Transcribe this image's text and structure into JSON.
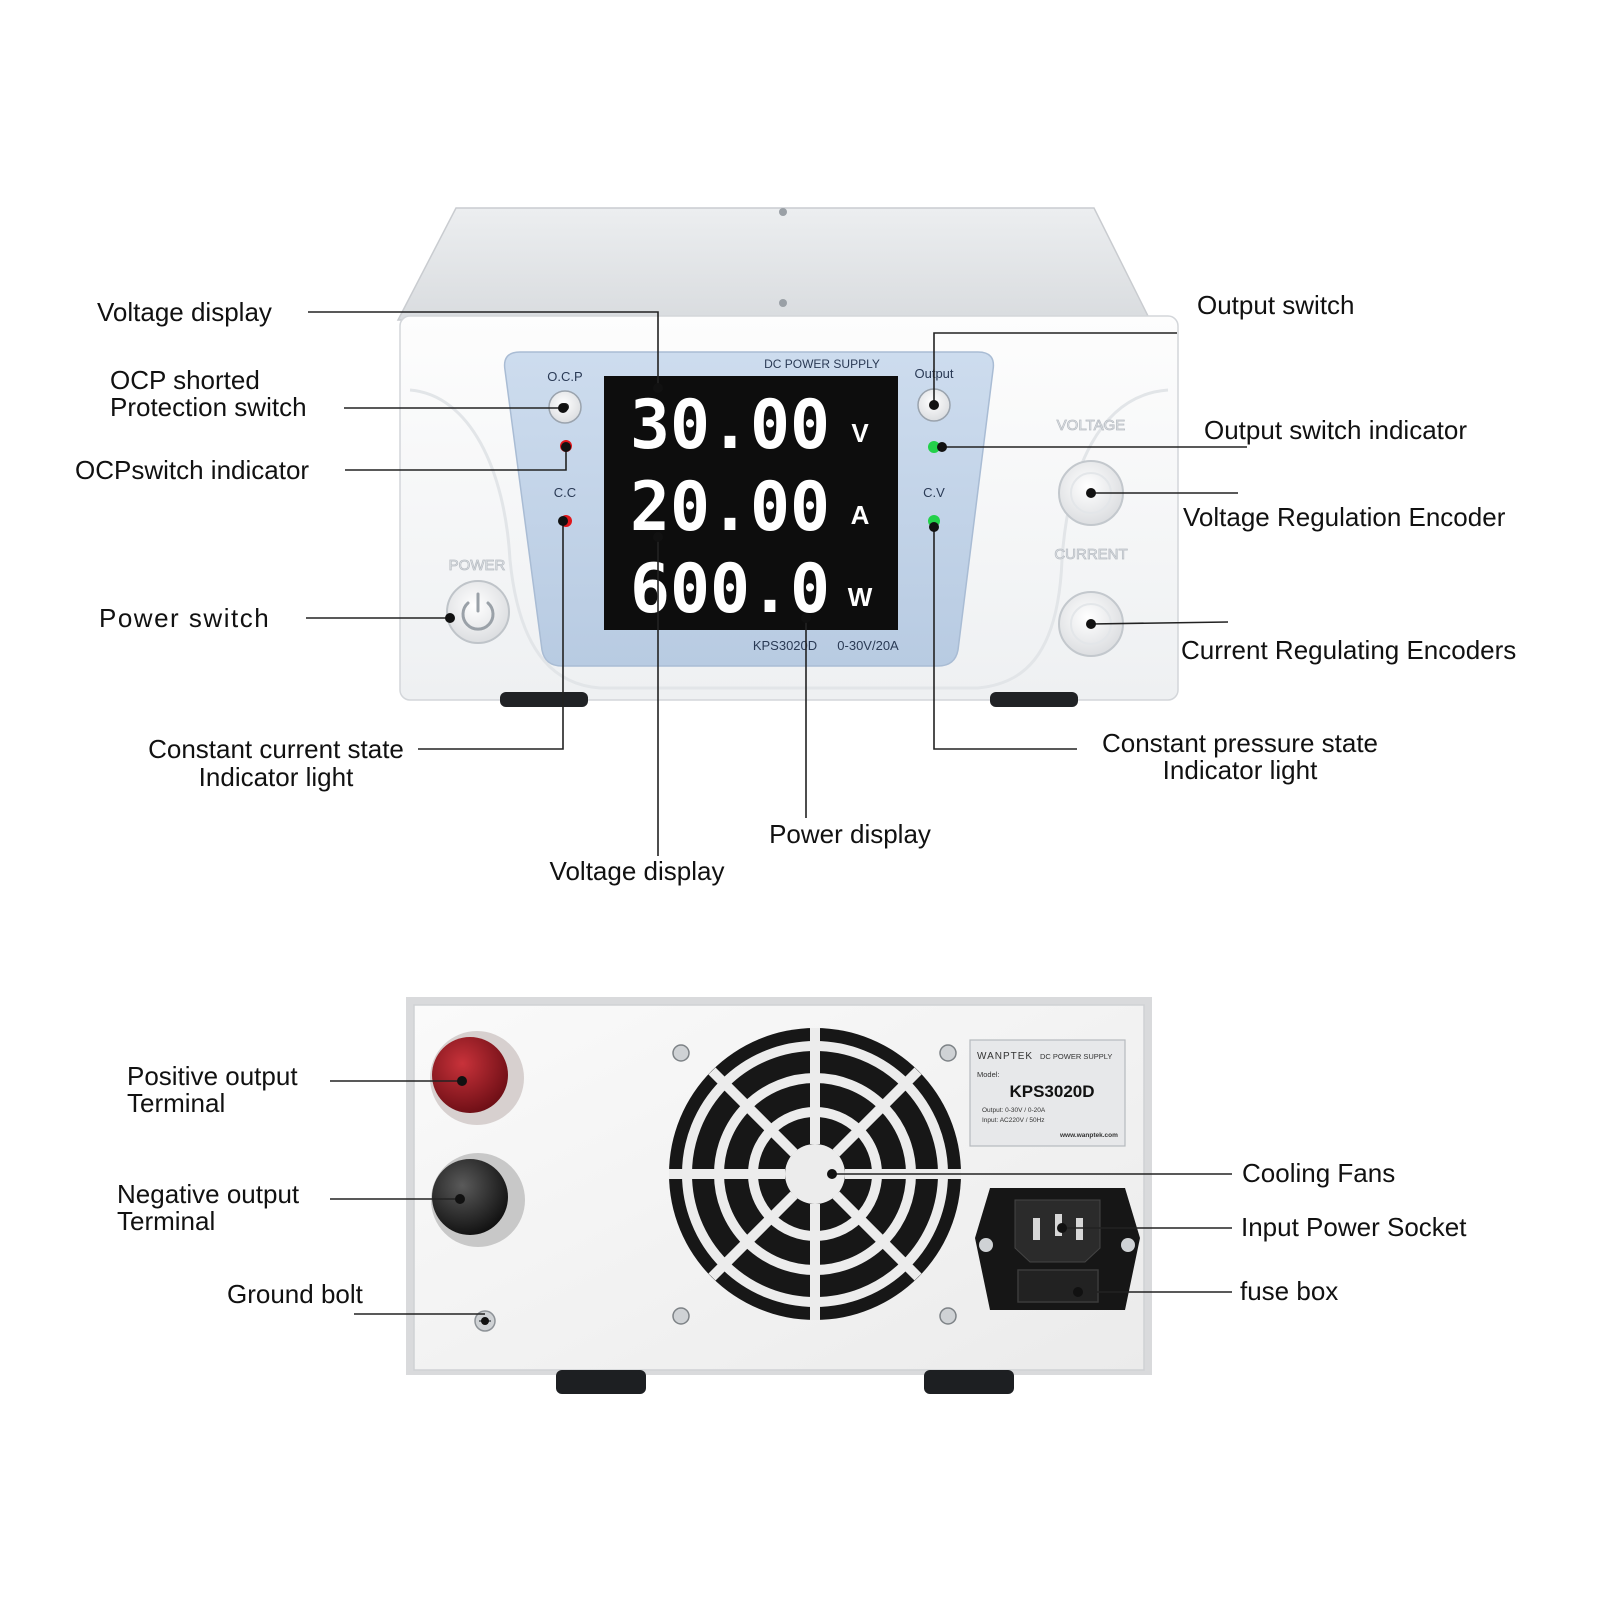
{
  "front_panel": {
    "brand_text": "DC POWER SUPPLY",
    "ocp_label": "O.C.P",
    "output_label": "Output",
    "cc_label": "C.C",
    "cv_label": "C.V",
    "power_label": "POWER",
    "voltage_knob_label": "VOLTAGE",
    "current_knob_label": "CURRENT",
    "readout_voltage": "30.00",
    "readout_current": "20.00",
    "readout_power": "600.0",
    "unit_v": "V",
    "unit_a": "A",
    "unit_w": "W",
    "model": "KPS3020D",
    "range": "0-30V/20A",
    "colors": {
      "panel_blue": "#c4d6ea",
      "led_red": "#e0161b",
      "led_green": "#23d14a",
      "display_bg": "#0d0d0d"
    }
  },
  "front_labels": {
    "voltage_display_top": "Voltage display",
    "ocp_switch_line1": "OCP shorted",
    "ocp_switch_line2": "Protection switch",
    "ocp_indicator": "OCPswitch indicator",
    "power_switch": "Power switch",
    "cc_line1": "Constant current state",
    "cc_line2": "Indicator light",
    "voltage_display_bottom": "Voltage display",
    "power_display": "Power display",
    "output_switch": "Output switch",
    "output_indicator": "Output switch indicator",
    "voltage_encoder": "Voltage Regulation Encoder",
    "current_encoder": "Current Regulating Encoders",
    "cv_line1": "Constant pressure state",
    "cv_line2": "Indicator light"
  },
  "rear_panel": {
    "sticker_brand": "WANPTEK",
    "sticker_title": "DC POWER SUPPLY",
    "sticker_model_label": "Model:",
    "sticker_model": "KPS3020D",
    "sticker_output": "Output: 0-30V / 0-20A",
    "sticker_input": "Input: AC220V / 50Hz",
    "sticker_web": "www.wanptek.com"
  },
  "rear_labels": {
    "positive_line1": "Positive output",
    "positive_line2": "Terminal",
    "negative_line1": "Negative output",
    "negative_line2": "Terminal",
    "ground_bolt": "Ground bolt",
    "cooling_fans": "Cooling Fans",
    "input_socket": "Input Power Socket",
    "fuse_box": "fuse box"
  }
}
